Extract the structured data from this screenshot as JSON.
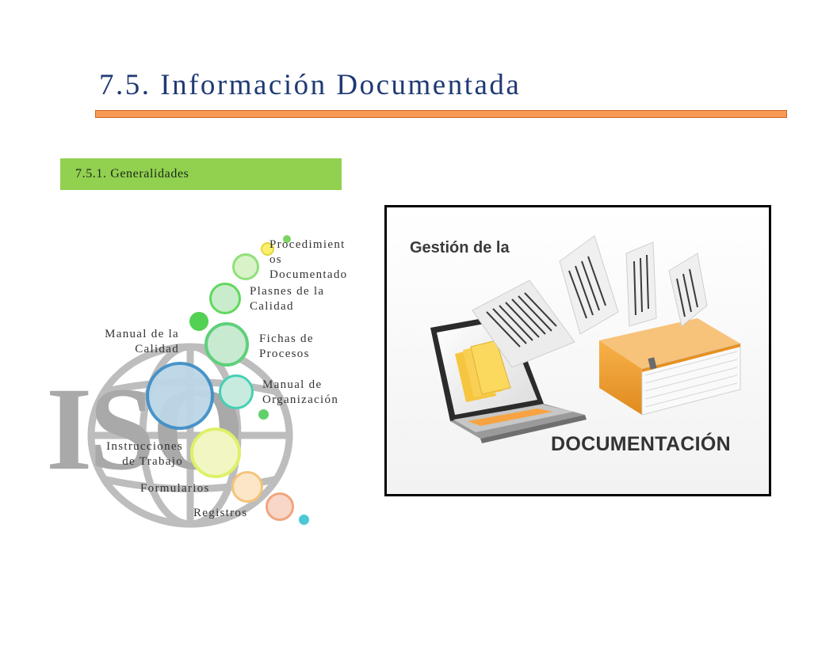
{
  "slide": {
    "title": "7.5. Información Documentada",
    "section": "7.5.1. Generalidades"
  },
  "diagram": {
    "items": [
      {
        "label": "Procedimientos Documentado",
        "text": "Procedimient\nos\nDocumentado"
      },
      {
        "label": "Plasnes de la Calidad",
        "text": "Plasnes de la\nCalidad"
      },
      {
        "label": "Manual de la Calidad",
        "text": "Manual de la\nCalidad"
      },
      {
        "label": "Fichas de Procesos",
        "text": "Fichas de\nProcesos"
      },
      {
        "label": "Manual de Organización",
        "text": "Manual de\nOrganización"
      },
      {
        "label": "Instrucciones de Trabajo",
        "text": "Instrucciones\nde Trabajo"
      },
      {
        "label": "Formularios",
        "text": "Formularios"
      },
      {
        "label": "Registros",
        "text": "Registros"
      }
    ],
    "logo_text": "ISO"
  },
  "image": {
    "heading": "Gestión de la",
    "caption": "DOCUMENTACIÓN"
  },
  "colors": {
    "title": "#1f3a73",
    "rule": "#f79a56",
    "section_bg": "#92d050"
  }
}
